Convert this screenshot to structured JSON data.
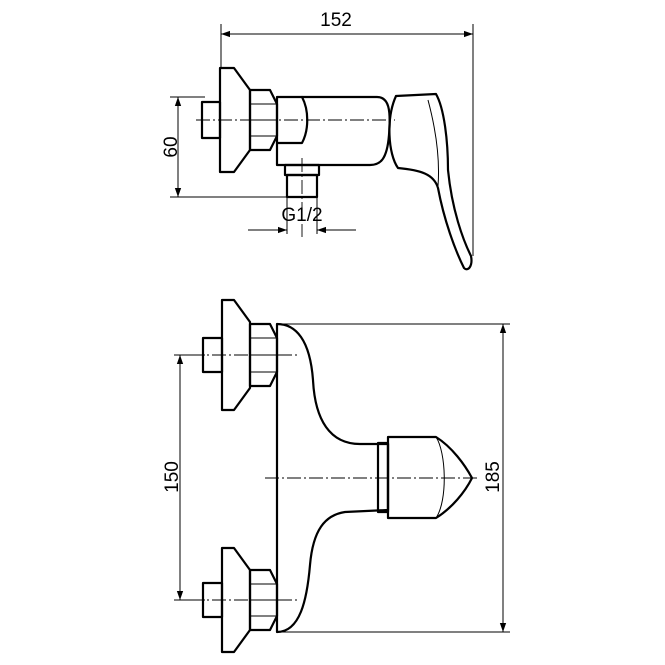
{
  "drawing": {
    "dimensions": {
      "overall_length": "152",
      "side_height": "60",
      "outlet_thread": "G1/2",
      "wall_inlet_spacing": "150",
      "body_height": "185"
    }
  }
}
